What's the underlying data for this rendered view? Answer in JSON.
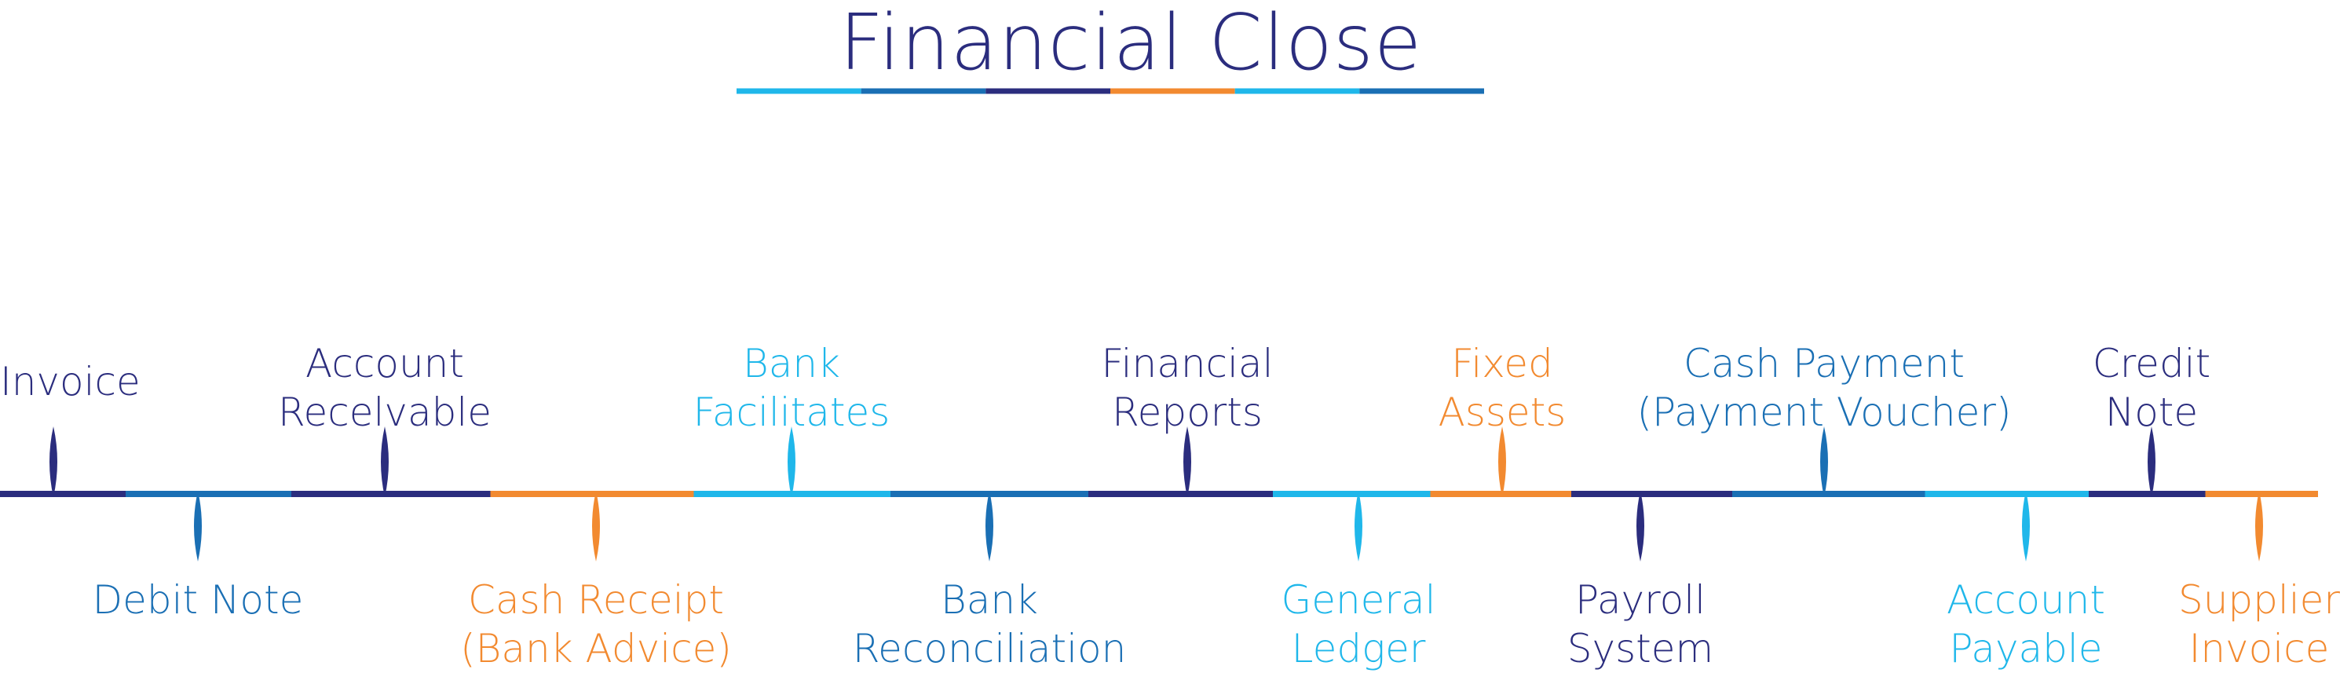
{
  "title": "Financial Close",
  "colors": {
    "navy": "#2b2d7e",
    "blue": "#1a6fb4",
    "sky": "#1fb7ea",
    "orange": "#f28a30"
  },
  "title_color": "navy",
  "title_underline": [
    "sky",
    "blue",
    "navy",
    "orange",
    "sky",
    "blue"
  ],
  "timeline_segments": [
    "navy",
    "blue",
    "navy",
    "orange",
    "sky",
    "blue",
    "navy",
    "sky",
    "orange",
    "navy",
    "blue",
    "sky",
    "navy",
    "orange"
  ],
  "steps": [
    {
      "id": "invoice",
      "lines": [
        "Invoice"
      ],
      "side": "above",
      "color": "navy"
    },
    {
      "id": "debit-note",
      "lines": [
        "Debit Note"
      ],
      "side": "below",
      "color": "blue"
    },
    {
      "id": "account-receivable",
      "lines": [
        "Account",
        "Recelvable"
      ],
      "side": "above",
      "color": "navy"
    },
    {
      "id": "cash-receipt",
      "lines": [
        "Cash Receipt",
        "(Bank Advice)"
      ],
      "side": "below",
      "color": "orange"
    },
    {
      "id": "bank-facilitates",
      "lines": [
        "Bank",
        "Facilitates"
      ],
      "side": "above",
      "color": "sky"
    },
    {
      "id": "bank-reconciliation",
      "lines": [
        "Bank",
        "Reconciliation"
      ],
      "side": "below",
      "color": "blue"
    },
    {
      "id": "financial-reports",
      "lines": [
        "Financial",
        "Reports"
      ],
      "side": "above",
      "color": "navy"
    },
    {
      "id": "general-ledger",
      "lines": [
        "General",
        "Ledger"
      ],
      "side": "below",
      "color": "sky"
    },
    {
      "id": "fixed-assets",
      "lines": [
        "Fixed",
        "Assets"
      ],
      "side": "above",
      "color": "orange"
    },
    {
      "id": "payroll-system",
      "lines": [
        "Payroll",
        "System"
      ],
      "side": "below",
      "color": "navy"
    },
    {
      "id": "cash-payment",
      "lines": [
        "Cash Payment",
        "(Payment Voucher)"
      ],
      "side": "above",
      "color": "blue"
    },
    {
      "id": "account-payable",
      "lines": [
        "Account",
        "Payable"
      ],
      "side": "below",
      "color": "sky"
    },
    {
      "id": "credit-note",
      "lines": [
        "Credit",
        "Note"
      ],
      "side": "above",
      "color": "navy"
    },
    {
      "id": "supplier-invoice",
      "lines": [
        "Supplier",
        "Invoice"
      ],
      "side": "below",
      "color": "orange"
    }
  ]
}
